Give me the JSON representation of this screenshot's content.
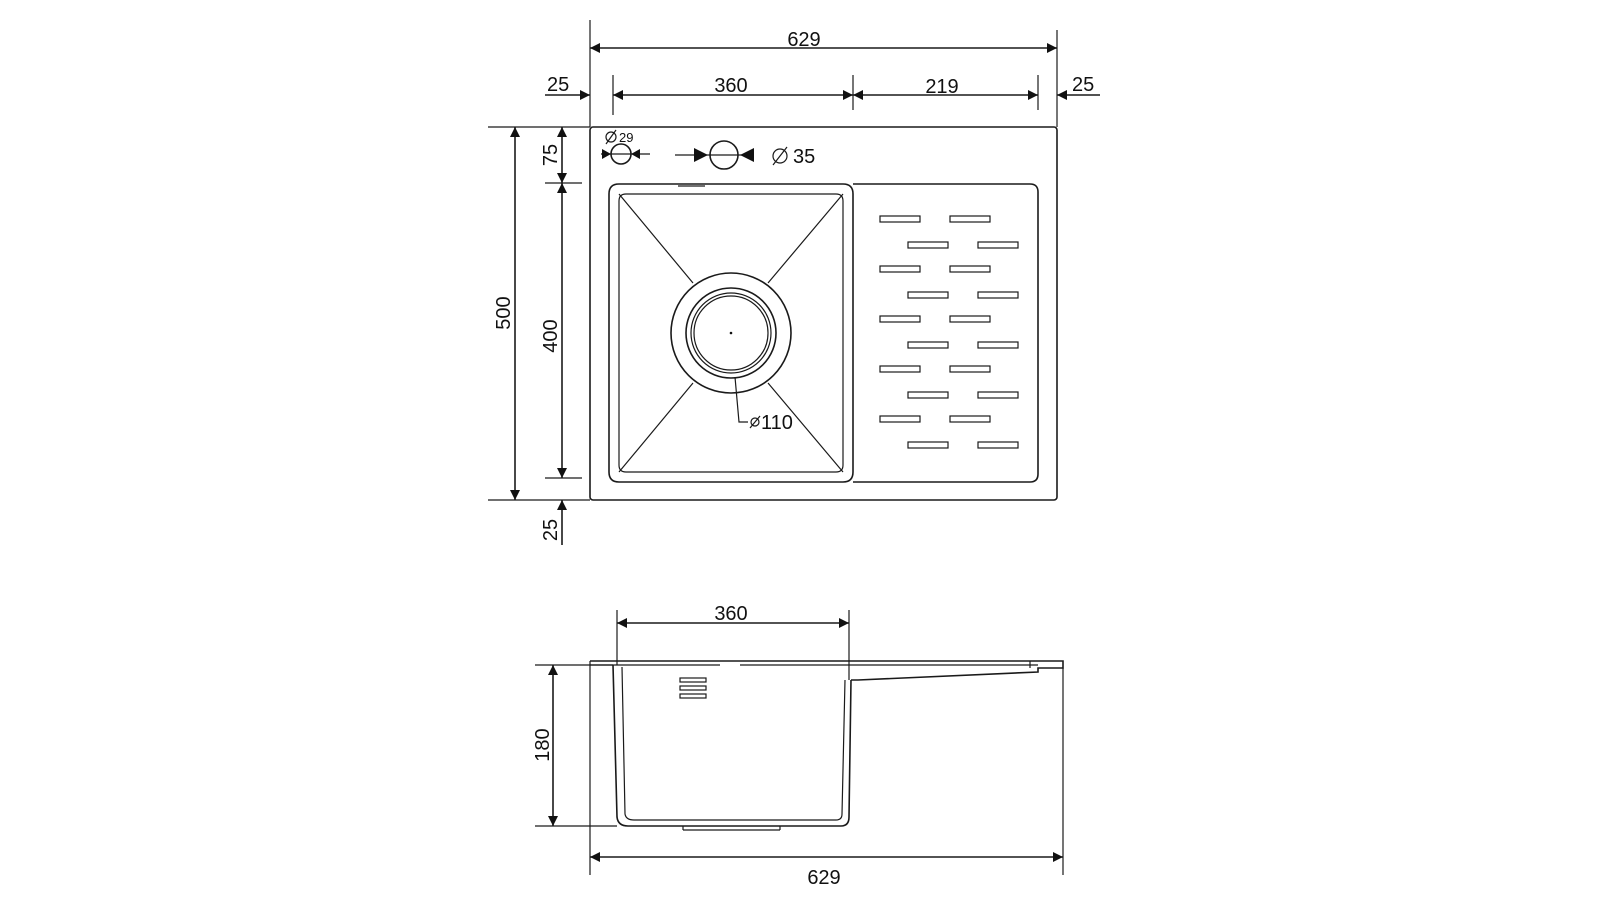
{
  "top_view": {
    "overall_width": "629",
    "left_margin": "25",
    "bowl_width": "360",
    "drainboard_width": "219",
    "right_margin": "25",
    "overall_depth": "500",
    "back_margin": "75",
    "bowl_depth": "400",
    "front_margin": "25",
    "small_hole": "29",
    "tap_hole": "35",
    "drain": "110"
  },
  "side_view": {
    "bowl_width": "360",
    "bowl_height": "180",
    "overall_width": "629"
  }
}
